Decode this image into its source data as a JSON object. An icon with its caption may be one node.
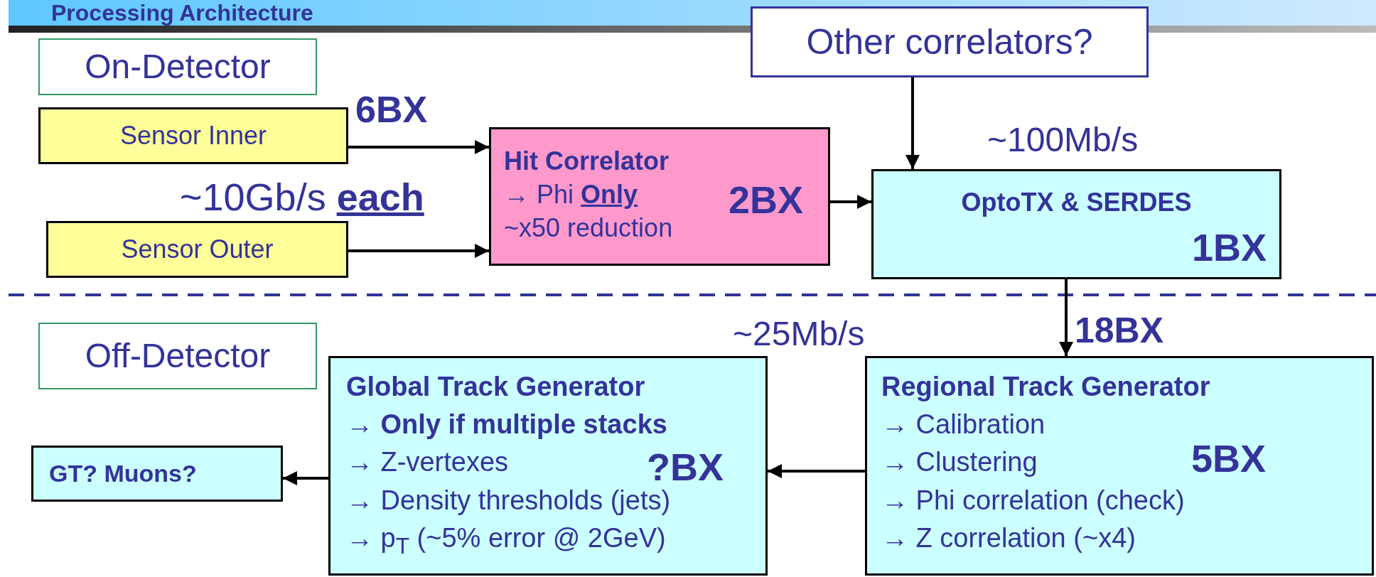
{
  "diagram": {
    "title": "Processing Architecture",
    "nodes": [
      {
        "text": [
          "Other correlators?"
        ]
      },
      {
        "text": [
          "On-Detector"
        ]
      },
      {
        "text": [
          "Sensor Inner"
        ]
      },
      {
        "text": [
          "Sensor Outer"
        ]
      },
      {
        "text": [
          "Hit Correlator",
          "→ Phi **Only**",
          "~x50 reduction",
          "2BX"
        ]
      },
      {
        "text": [
          "OptoTX & SERDES",
          "1BX"
        ]
      },
      {
        "text": [
          "Off-Detector"
        ]
      },
      {
        "text": [
          "Global Track Generator",
          "→ Only if multiple stacks",
          "→ Z-vertexes",
          "→ Density thresholds (jets)",
          "→ p$_{T}$ (~5% error @ 2GeV)",
          "?BX"
        ]
      },
      {
        "text": [
          "Regional Track Generator",
          "→ Calibration",
          "→ Clustering",
          "→ Phi correlation (check)",
          "→ Z correlation (~x4)",
          "5BX"
        ]
      },
      {
        "text": [
          "GT? Muons?"
        ]
      }
    ],
    "edges": [
      {
        "from": 0,
        "to": 5,
        "arrow": "to"
      },
      {
        "from": 2,
        "to": 4,
        "arrow": "to"
      },
      {
        "from": 3,
        "to": 4,
        "arrow": "to"
      },
      {
        "from": 4,
        "to": 5,
        "arrow": "to"
      },
      {
        "from": 5,
        "to": 8,
        "arrow": "to"
      },
      {
        "from": 8,
        "to": 7,
        "arrow": "to"
      },
      {
        "from": 7,
        "to": 9,
        "arrow": "to"
      }
    ],
    "labels": [
      "6BX",
      "~10Gb/s **each**",
      "~100Mb/s",
      "~25Mb/s",
      "18BX"
    ]
  }
}
